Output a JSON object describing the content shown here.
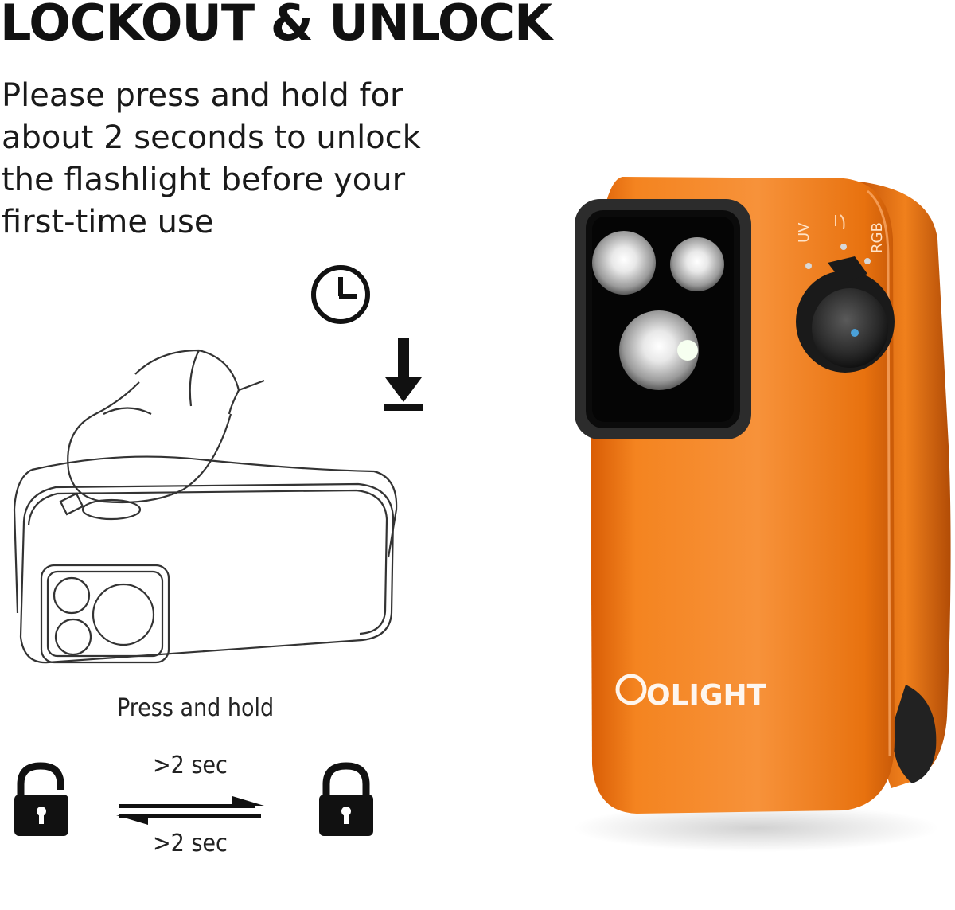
{
  "heading": "LOCKOUT & UNLOCK",
  "description": [
    "Please press and hold for",
    "about 2 seconds to unlock",
    "the flashlight before your",
    "first-time use"
  ],
  "illustration": {
    "press_label": "Press and hold",
    "unlock_to_lock_label": ">2 sec",
    "lock_to_unlock_label": ">2 sec",
    "icons": [
      "clock-icon",
      "down-arrow-icon",
      "unlocked-padlock-icon",
      "locked-padlock-icon",
      "bidirectional-arrow-icon"
    ]
  },
  "product": {
    "brand": "OLIGHT",
    "mode_labels": [
      "UV",
      "RGB"
    ],
    "color": "#f07a1c"
  }
}
